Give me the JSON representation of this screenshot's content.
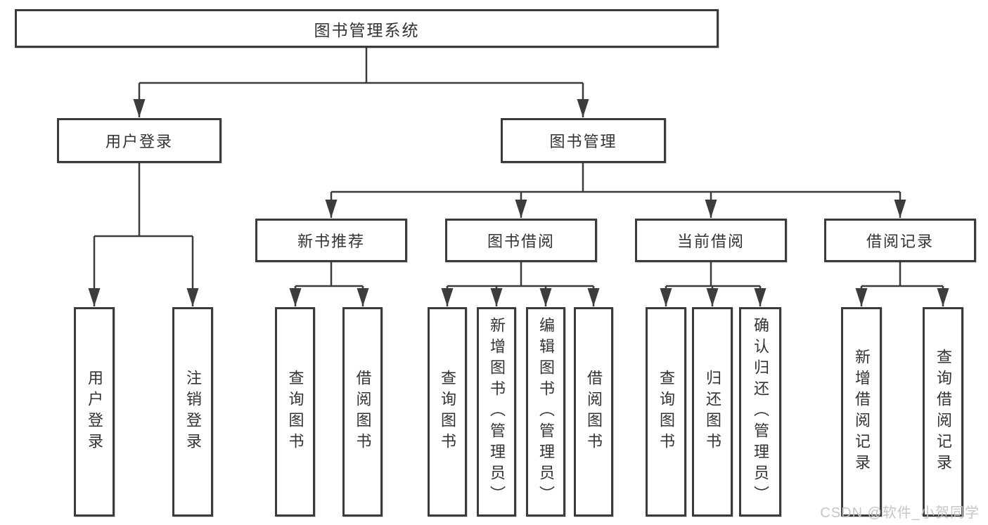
{
  "page": {
    "background": "#ffffff",
    "line_color": "#3c3c3c",
    "box_border_color": "#3b3b3b",
    "text_color": "#333333",
    "watermark_color": "#c3c3c3"
  },
  "tree": {
    "root": "图书管理系统",
    "branches": [
      {
        "label": "用户登录",
        "children": [
          "用户登录",
          "注销登录"
        ]
      },
      {
        "label": "图书管理",
        "sections": [
          {
            "label": "新书推荐",
            "children": [
              "查询图书",
              "借阅图书"
            ]
          },
          {
            "label": "图书借阅",
            "children": [
              "查询图书",
              "新增图书（管理员）",
              "编辑图书（管理员）",
              "借阅图书"
            ]
          },
          {
            "label": "当前借阅",
            "children": [
              "查询图书",
              "归还图书",
              "确认归还（管理员）"
            ]
          },
          {
            "label": "借阅记录",
            "children": [
              "新增借阅记录",
              "查询借阅记录"
            ]
          }
        ]
      }
    ]
  },
  "watermark": "CSDN @软件_小贺同学"
}
